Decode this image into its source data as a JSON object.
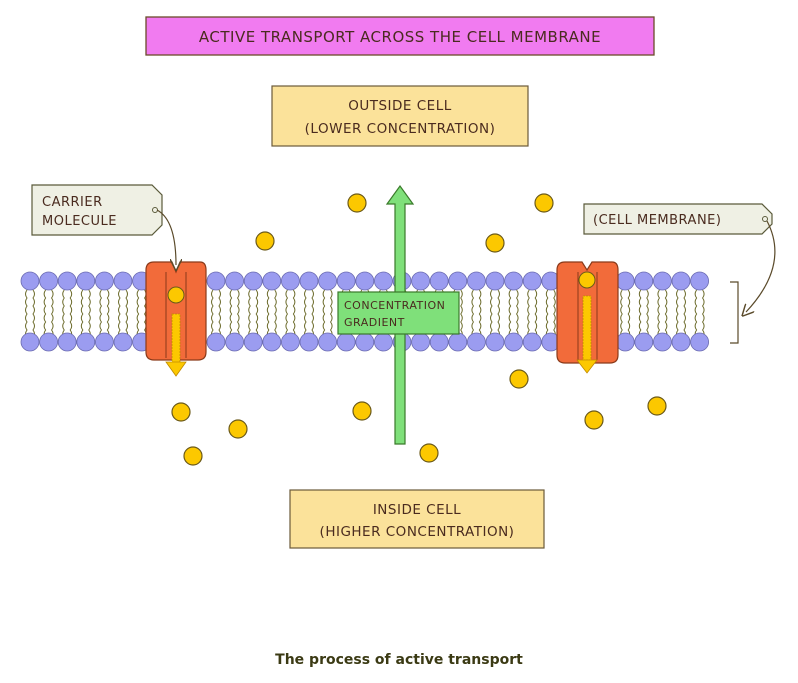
{
  "title": "ACTIVE TRANSPORT ACROSS THE CELL MEMBRANE",
  "outside_label": {
    "line1": "OUTSIDE CELL",
    "line2": "(LOWER CONCENTRATION)"
  },
  "inside_label": {
    "line1": "INSIDE CELL",
    "line2": "(HIGHER CONCENTRATION)"
  },
  "carrier_label": {
    "line1": "CARRIER",
    "line2": "MOLECULE"
  },
  "membrane_label": "(CELL MEMBRANE)",
  "gradient_label": {
    "line1": "CONCENTRATION",
    "line2": "GRADIENT"
  },
  "caption": "The process of active transport",
  "colors": {
    "title_bg": "#f17bf0",
    "label_bg": "#fbe29a",
    "tag_bg": "#eff0e4",
    "phospholipid_head": "#9b9cf0",
    "carrier": "#f26b3a",
    "particle": "#fcc800",
    "gradient_arrow": "#7fe07a",
    "outline": "#5a4a2a"
  },
  "particles_outside_count": 5,
  "particles_inside_count": 8,
  "carrier_count": 2
}
